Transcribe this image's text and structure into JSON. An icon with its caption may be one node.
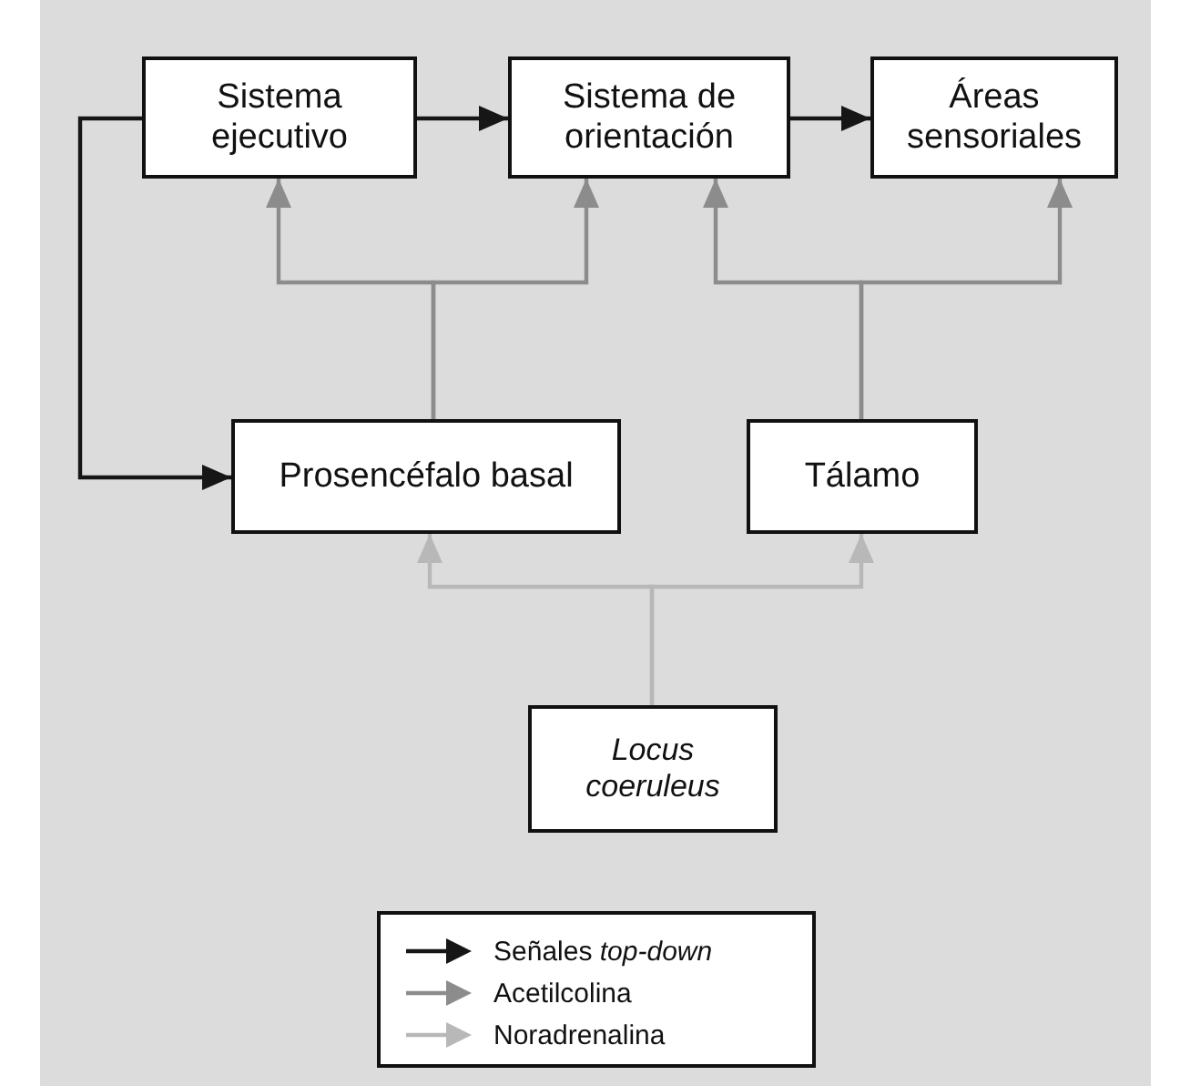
{
  "diagram": {
    "nodes": [
      {
        "text": [
          "Sistema ejecutivo"
        ]
      },
      {
        "text": [
          "Sistema de orientación"
        ]
      },
      {
        "text": [
          "Áreas sensoriales"
        ]
      },
      {
        "text": [
          "Prosencéfalo basal"
        ]
      },
      {
        "text": [
          "Tálamo"
        ]
      },
      {
        "text": [
          "Locus coeruleus"
        ]
      }
    ],
    "edges": [
      {
        "from": 0,
        "to": 1,
        "arrow": "to",
        "color": "#161616"
      },
      {
        "from": 1,
        "to": 2,
        "arrow": "to",
        "color": "#161616"
      },
      {
        "from": 0,
        "to": 3,
        "arrow": "to",
        "color": "#161616"
      },
      {
        "from": 3,
        "to": 0,
        "arrow": "to",
        "color": "#8c8c8c"
      },
      {
        "from": 3,
        "to": 1,
        "arrow": "to",
        "color": "#8c8c8c"
      },
      {
        "from": 4,
        "to": 1,
        "arrow": "to",
        "color": "#8c8c8c"
      },
      {
        "from": 4,
        "to": 2,
        "arrow": "to",
        "color": "#8c8c8c"
      },
      {
        "from": 5,
        "to": 3,
        "arrow": "to",
        "color": "#b8b8b8"
      },
      {
        "from": 5,
        "to": 4,
        "arrow": "to",
        "color": "#b8b8b8"
      }
    ],
    "legend": [
      {
        "text": "Señales *top-down*"
      },
      {
        "text": "Acetilcolina"
      },
      {
        "text": "Noradrenalina"
      }
    ]
  }
}
